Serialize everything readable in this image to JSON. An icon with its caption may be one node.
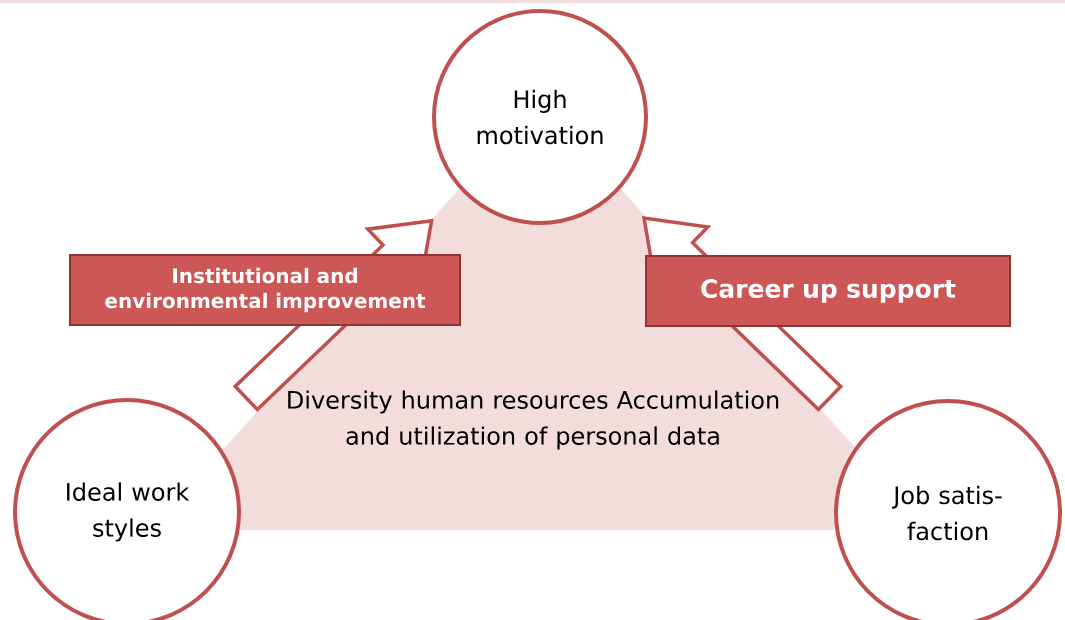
{
  "diagram": {
    "nodes": [
      {
        "text": [
          "High motivation"
        ]
      },
      {
        "text": [
          "Diversity human resources Accumulation and utilization of personal data"
        ]
      },
      {
        "text": [
          "Ideal work styles"
        ]
      },
      {
        "text": [
          "Job satis-faction"
        ]
      }
    ],
    "edges": [
      {
        "from": 2,
        "to": 0,
        "arrow": "to",
        "label": "Institutional and environmental improvement"
      },
      {
        "from": 3,
        "to": 0,
        "arrow": "to",
        "label": "Career up support"
      }
    ]
  }
}
